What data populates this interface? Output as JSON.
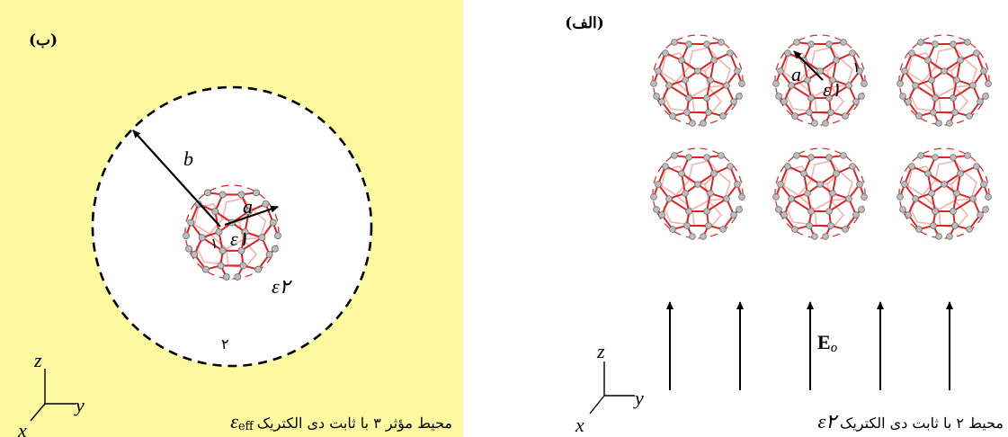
{
  "colors": {
    "panel_b_background": "#fdf9a0",
    "bond_front": "#d62828",
    "bond_back": "#f2b3b3",
    "atom": "#bdbdbd",
    "line": "#000000"
  },
  "panel_b": {
    "label": "(ب)",
    "radius_outer_label": "b",
    "radius_inner_label": "a",
    "region1_label": "۱",
    "eps1": "ε۱",
    "eps2": "ε۲",
    "region2_label": "۲",
    "axis_z": "z",
    "axis_y": "y",
    "axis_x": "x",
    "caption_text": "محیط مؤثر ۳ با ثابت دی الکتریک",
    "caption_symbol": "ε",
    "caption_subscript": "eff"
  },
  "panel_a": {
    "label": "(الف)",
    "radius_label": "a",
    "eps1": "ε۱",
    "region1_label": "۱",
    "field_symbol": "E",
    "field_subscript": "o",
    "axis_z": "z",
    "axis_y": "y",
    "axis_x": "x",
    "caption_text": "محیط ۲ با ثابت دی الکتریک",
    "caption_symbol": "ε۲"
  },
  "icons": {
    "fullerene": "fullerene-molecule-icon",
    "field_arrow": "upward-arrow-icon",
    "axes": "coordinate-axes-icon"
  }
}
